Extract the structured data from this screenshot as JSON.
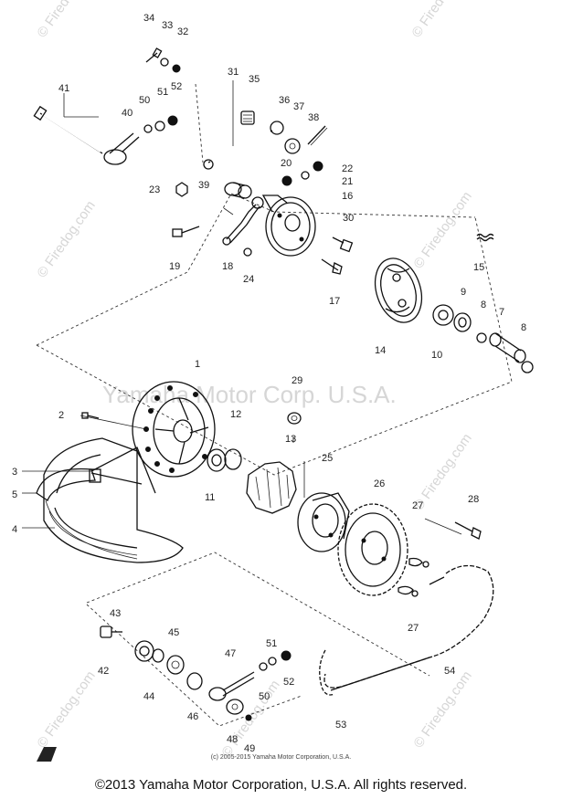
{
  "watermarks": {
    "center": "Yamaha Motor Corp. U.S.A.",
    "brand": "© Firedog.com"
  },
  "labels": [
    {
      "id": "1",
      "text": "1"
    },
    {
      "id": "2",
      "text": "2"
    },
    {
      "id": "3",
      "text": "3"
    },
    {
      "id": "4",
      "text": "4"
    },
    {
      "id": "5",
      "text": "5"
    },
    {
      "id": "7",
      "text": "7"
    },
    {
      "id": "8a",
      "text": "8"
    },
    {
      "id": "8b",
      "text": "8"
    },
    {
      "id": "9",
      "text": "9"
    },
    {
      "id": "10",
      "text": "10"
    },
    {
      "id": "11",
      "text": "11"
    },
    {
      "id": "12",
      "text": "12"
    },
    {
      "id": "13",
      "text": "13"
    },
    {
      "id": "14",
      "text": "14"
    },
    {
      "id": "15",
      "text": "15"
    },
    {
      "id": "16",
      "text": "16"
    },
    {
      "id": "17",
      "text": "17"
    },
    {
      "id": "18",
      "text": "18"
    },
    {
      "id": "19",
      "text": "19"
    },
    {
      "id": "20",
      "text": "20"
    },
    {
      "id": "21",
      "text": "21"
    },
    {
      "id": "22",
      "text": "22"
    },
    {
      "id": "23",
      "text": "23"
    },
    {
      "id": "24",
      "text": "24"
    },
    {
      "id": "25",
      "text": "25"
    },
    {
      "id": "26",
      "text": "26"
    },
    {
      "id": "27a",
      "text": "27"
    },
    {
      "id": "27b",
      "text": "27"
    },
    {
      "id": "28",
      "text": "28"
    },
    {
      "id": "29",
      "text": "29"
    },
    {
      "id": "30",
      "text": "30"
    },
    {
      "id": "31",
      "text": "31"
    },
    {
      "id": "32",
      "text": "32"
    },
    {
      "id": "33",
      "text": "33"
    },
    {
      "id": "34",
      "text": "34"
    },
    {
      "id": "35",
      "text": "35"
    },
    {
      "id": "36",
      "text": "36"
    },
    {
      "id": "37",
      "text": "37"
    },
    {
      "id": "38",
      "text": "38"
    },
    {
      "id": "39",
      "text": "39"
    },
    {
      "id": "40",
      "text": "40"
    },
    {
      "id": "41",
      "text": "41"
    },
    {
      "id": "42",
      "text": "42"
    },
    {
      "id": "43",
      "text": "43"
    },
    {
      "id": "44",
      "text": "44"
    },
    {
      "id": "45",
      "text": "45"
    },
    {
      "id": "46",
      "text": "46"
    },
    {
      "id": "47",
      "text": "47"
    },
    {
      "id": "48",
      "text": "48"
    },
    {
      "id": "49",
      "text": "49"
    },
    {
      "id": "50a",
      "text": "50"
    },
    {
      "id": "50b",
      "text": "50"
    },
    {
      "id": "51a",
      "text": "51"
    },
    {
      "id": "51b",
      "text": "51"
    },
    {
      "id": "52a",
      "text": "52"
    },
    {
      "id": "52b",
      "text": "52"
    },
    {
      "id": "53",
      "text": "53"
    },
    {
      "id": "54",
      "text": "54"
    }
  ],
  "inner_copyright": "(c) 2005-2015 Yamaha Motor Corporation, U.S.A.",
  "footer_copyright": "©2013 Yamaha Motor Corporation, U.S.A. All rights reserved."
}
